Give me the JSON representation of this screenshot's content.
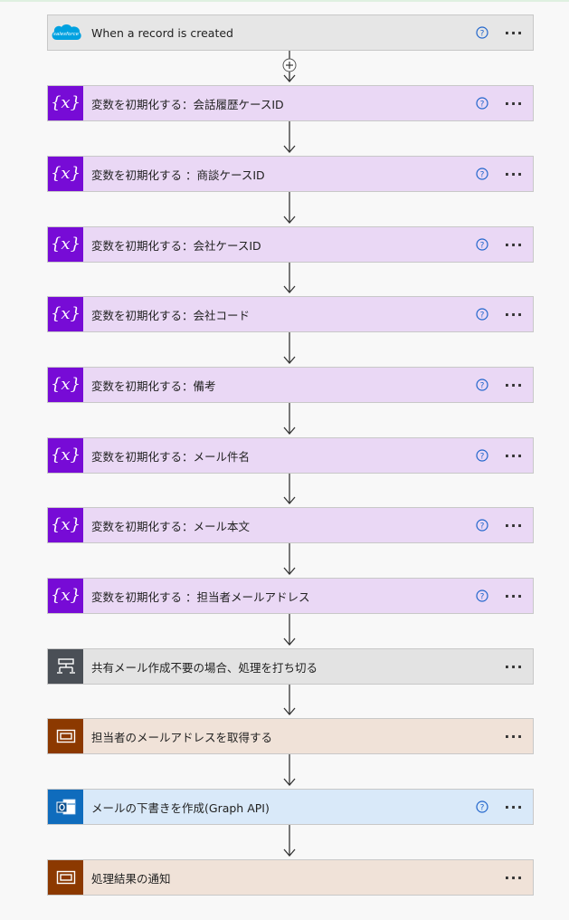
{
  "flow": {
    "steps": [
      {
        "label": "When a record is created",
        "type": "trigger",
        "icon": "salesforce-icon",
        "icon_text": "salesforce",
        "help": true
      },
      {
        "label": "変数を初期化する：会話履歴ケースID",
        "type": "var",
        "icon": "variable-icon",
        "help": true
      },
      {
        "label": "変数を初期化する ：商談ケースID",
        "type": "var",
        "icon": "variable-icon",
        "help": true
      },
      {
        "label": "変数を初期化する：会社ケースID",
        "type": "var",
        "icon": "variable-icon",
        "help": true
      },
      {
        "label": "変数を初期化する：会社コード",
        "type": "var",
        "icon": "variable-icon",
        "help": true
      },
      {
        "label": "変数を初期化する：備考",
        "type": "var",
        "icon": "variable-icon",
        "help": true
      },
      {
        "label": "変数を初期化する：メール件名",
        "type": "var",
        "icon": "variable-icon",
        "help": true
      },
      {
        "label": "変数を初期化する：メール本文",
        "type": "var",
        "icon": "variable-icon",
        "help": true
      },
      {
        "label": "変数を初期化する ：担当者メールアドレス",
        "type": "var",
        "icon": "variable-icon",
        "help": true
      },
      {
        "label": "共有メール作成不要の場合、処理を打ち切る",
        "type": "control",
        "icon": "condition-icon",
        "help": false
      },
      {
        "label": "担当者のメールアドレスを取得する",
        "type": "scope",
        "icon": "scope-icon",
        "help": false
      },
      {
        "label": "メールの下書きを作成(Graph API)",
        "type": "outlook",
        "icon": "outlook-icon",
        "help": true
      },
      {
        "label": "処理結果の通知",
        "type": "scope",
        "icon": "scope-icon",
        "help": false
      }
    ],
    "more_glyph": "···",
    "var_glyph": "{x}"
  },
  "colors": {
    "variable": "#770bd6",
    "variable_card": "#ead8f5",
    "control": "#4a4f56",
    "scope": "#8c3900",
    "outlook": "#0f6cbd",
    "salesforce": "#00a1e0",
    "help": "#2266cc"
  }
}
